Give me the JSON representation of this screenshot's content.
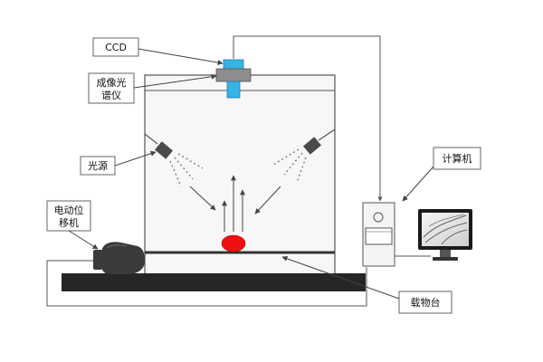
{
  "labels": {
    "ccd": "CCD",
    "spectrometer_line1": "成像光",
    "spectrometer_line2": "谱仪",
    "light_source": "光源",
    "motor_line1": "电动位",
    "motor_line2": "移机",
    "computer": "计算机",
    "stage": "载物台"
  },
  "colors": {
    "chamber_fill": "#f7f7f7",
    "outline": "#555555",
    "camera_blue": "#38b3e6",
    "camera_body": "#8d8d8d",
    "sample_red": "#ee1111",
    "base_black": "#262626",
    "motor_dark": "#3a3a3a",
    "light_dark": "#4a4a4a"
  },
  "icons": [
    "motor-icon",
    "camera-icon",
    "light-source-icon",
    "computer-tower-icon",
    "monitor-icon"
  ]
}
